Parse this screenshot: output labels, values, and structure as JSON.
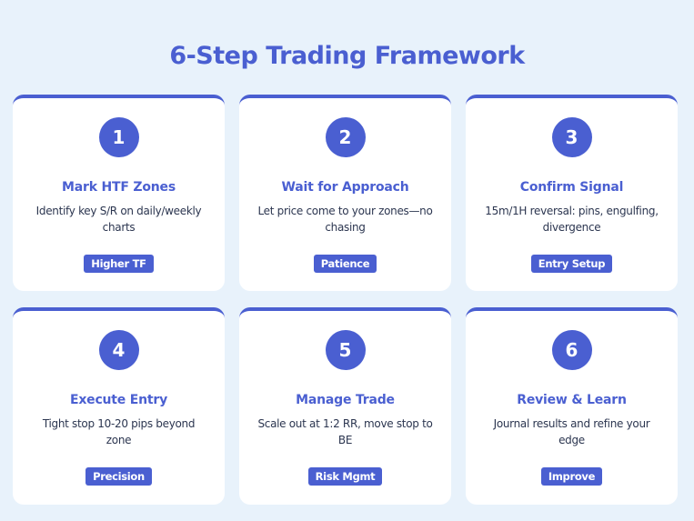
{
  "header": {
    "title": "6-Step Trading Framework"
  },
  "colors": {
    "background": "#e8f2fb",
    "accent": "#4a5fd1",
    "card": "#ffffff",
    "text": "#2c3650"
  },
  "steps": [
    {
      "number": "1",
      "title": "Mark HTF Zones",
      "description": "Identify key S/R on daily/weekly charts",
      "tag": "Higher TF"
    },
    {
      "number": "2",
      "title": "Wait for Approach",
      "description": "Let price come to your zones—no chasing",
      "tag": "Patience"
    },
    {
      "number": "3",
      "title": "Confirm Signal",
      "description": "15m/1H reversal: pins, engulfing, divergence",
      "tag": "Entry Setup"
    },
    {
      "number": "4",
      "title": "Execute Entry",
      "description": "Tight stop 10-20 pips beyond zone",
      "tag": "Precision"
    },
    {
      "number": "5",
      "title": "Manage Trade",
      "description": "Scale out at 1:2 RR, move stop to BE",
      "tag": "Risk Mgmt"
    },
    {
      "number": "6",
      "title": "Review & Learn",
      "description": "Journal results and refine your edge",
      "tag": "Improve"
    }
  ]
}
